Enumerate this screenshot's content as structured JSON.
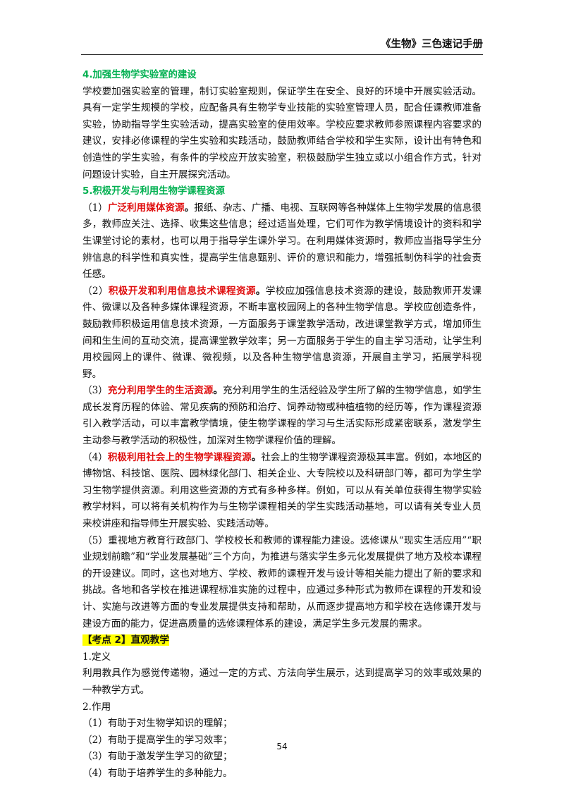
{
  "header": {
    "title": "《生物》三色速记手册"
  },
  "section4": {
    "heading": "4.加强生物学实验室的建设",
    "body": "学校要加强实验室的管理，制订实验室规则，保证学生在安全、良好的环境中开展实验活动。具有一定学生规模的学校，应配备具有生物学专业技能的实验室管理人员，配合任课教师准备实验，协助指导学生实验活动，提高实验室的使用效率。学校应要求教师参照课程内容要求的建议，安排必修课程的学生实验和实践活动，鼓励教师结合学校和学生实际，设计出有特色和创造性的学生实验，有条件的学校应开放实验室，积极鼓励学生独立或以小组合作方式，针对问题设计实验，自主开展探究活动。"
  },
  "section5": {
    "heading": "5.积极开发与利用生物学课程资源",
    "items": [
      {
        "num": "（1）",
        "title": "广泛利用媒体资源",
        "punct": "。",
        "body": "报纸、杂志、广播、电视、互联网等各种媒体上生物学发展的信息很多，教师应关注、选择、收集这些信息；经过适当处理，它们可作为教学情境设计的资料和学生课堂讨论的素材，也可以用于指导学生课外学习。在利用媒体资源时，教师应当指导学生分辨信息的科学性和真实性，提高学生信息甄别、评价的意识和能力，增强抵制伪科学的社会责任感。"
      },
      {
        "num": "（2）",
        "title": "积极开发和利用信息技术课程资源",
        "punct": "。",
        "body": "学校应加强信息技术资源的建设，鼓励教师开发课件、微课以及各种多媒体课程资源，不断丰富校园网上的各种生物学信息。学校应创造条件，鼓励教师积极运用信息技术资源，一方面服务于课堂教学活动，改进课堂教学方式，增加师生间和生生间的互动交流，提高课堂教学效率；另一方面服务于学生的自主学习活动，让学生利用校园网上的课件、微课、微视频，以及各种生物学信息资源，开展自主学习，拓展学科视野。"
      },
      {
        "num": "（3）",
        "title": "充分利用学生的生活资源",
        "punct": "。",
        "body": "充分利用学生的生活经验及学生所了解的生物学信息，如学生成长发育历程的体验、常见疾病的预防和治疗、饲养动物或种植植物的经历等，作为课程资源引入教学活动，可以丰富教学情境，使生物学课程的学习与生活实际形成紧密联系，激发学生主动参与教学活动的积极性，加深对生物学课程价值的理解。"
      },
      {
        "num": "（4）",
        "title": "积极利用社会上的生物学课程资源",
        "punct": "。",
        "body": "社会上的生物学课程资源极其丰富。例如，本地区的博物馆、科技馆、医院、园林绿化部门、相关企业、大专院校以及科研部门等，都可为学生学习生物学提供资源。利用这些资源的方式有多种多样。例如，可以从有关单位获得生物学实验教学材料，可以将有关机构作为与生物学课程相关的学生实践活动基地，可以请有关专业人员来校讲座和指导师生开展实验、实践活动等。"
      }
    ],
    "item5": "（5）重视地方教育行政部门、学校校长和教师的课程能力建设。选修课从“现实生活应用”“职业规划前瞻”和“学业发展基础”三个方向，为推进与落实学生多元化发展提供了地方及校本课程的开设建议。同时，这也对地方、学校、教师的课程开发与设计等相关能力提出了新的要求和挑战。各地和各学校在推进课程标准实施的过程中，应通过多种形式为教师在课程的开发和设计、实施与改进等方面的专业发展提供支持和帮助，从而逐步提高地方和学校在选修课开发与建设方面的能力，促进高质量的选修课程体系的建设，满足学生多元发展的需求。"
  },
  "kaodian": {
    "tag": "【考点 2】直观教学",
    "def_heading": "1.定义",
    "def_body": "利用教具作为感觉传递物，通过一定的方式、方法向学生展示，达到提高学习的效率或效果的一种教学方式。",
    "role_heading": "2.作用",
    "roles": [
      "（1）有助于对生物学知识的理解；",
      "（2）有助于提高学生的学习效率；",
      "（3）有助于激发学生学习的欲望；",
      "（4）有助于培养学生的多种能力。"
    ]
  },
  "footer": {
    "page_number": "54"
  }
}
